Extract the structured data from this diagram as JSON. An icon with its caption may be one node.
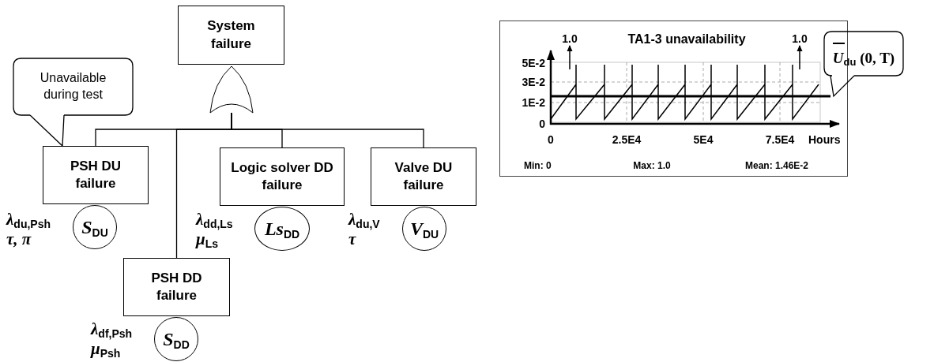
{
  "diagram": {
    "nodes": [
      {
        "text": [
          "System failure"
        ]
      },
      {
        "text": [],
        "shape": "gate"
      },
      {
        "text": [
          "Unavailable during test"
        ]
      },
      {
        "text": [
          "PSH DU failure"
        ]
      },
      {
        "text": [
          "Logic solver DD failure"
        ]
      },
      {
        "text": [
          "Valve DU failure"
        ]
      },
      {
        "text": [
          "*S*$_{DU}$"
        ],
        "beside": [
          "*λ*$_{du,Psh}$",
          "*τ, π*"
        ]
      },
      {
        "text": [
          "*Ls*$_{DD}$"
        ],
        "beside": [
          "*λ*$_{dd,Ls}$",
          "*μ*$_{Ls}$"
        ]
      },
      {
        "text": [
          "*V*$_{DU}$"
        ],
        "beside": [
          "*λ*$_{du,V}$",
          "*τ*"
        ]
      },
      {
        "text": [
          "PSH DD failure"
        ]
      },
      {
        "text": [
          "*S*$_{DD}$"
        ],
        "beside": [
          "*λ*$_{df,Psh}$",
          "*μ*$_{Psh}$"
        ]
      },
      {
        "text": [
          "TA1-3 unavailability",
          "Min: 0",
          "Max: 1.0",
          "Mean: 1.46E-2"
        ]
      },
      {
        "text": [
          "*U*$_{du}$ (0, T)"
        ]
      }
    ],
    "edges": [
      {
        "from": 1,
        "to": 3,
        "arrow": "none"
      },
      {
        "from": 1,
        "to": 9,
        "arrow": "none"
      },
      {
        "from": 1,
        "to": 4,
        "arrow": "none"
      },
      {
        "from": 1,
        "to": 5,
        "arrow": "none"
      },
      {
        "from": 2,
        "to": 3,
        "arrow": "none"
      }
    ],
    "labels": [
      "1.0",
      "1.0",
      "5E-2",
      "3E-2",
      "1E-2",
      "0",
      "0",
      "2.5E4",
      "5E4",
      "7.5E4",
      "Hours"
    ]
  }
}
